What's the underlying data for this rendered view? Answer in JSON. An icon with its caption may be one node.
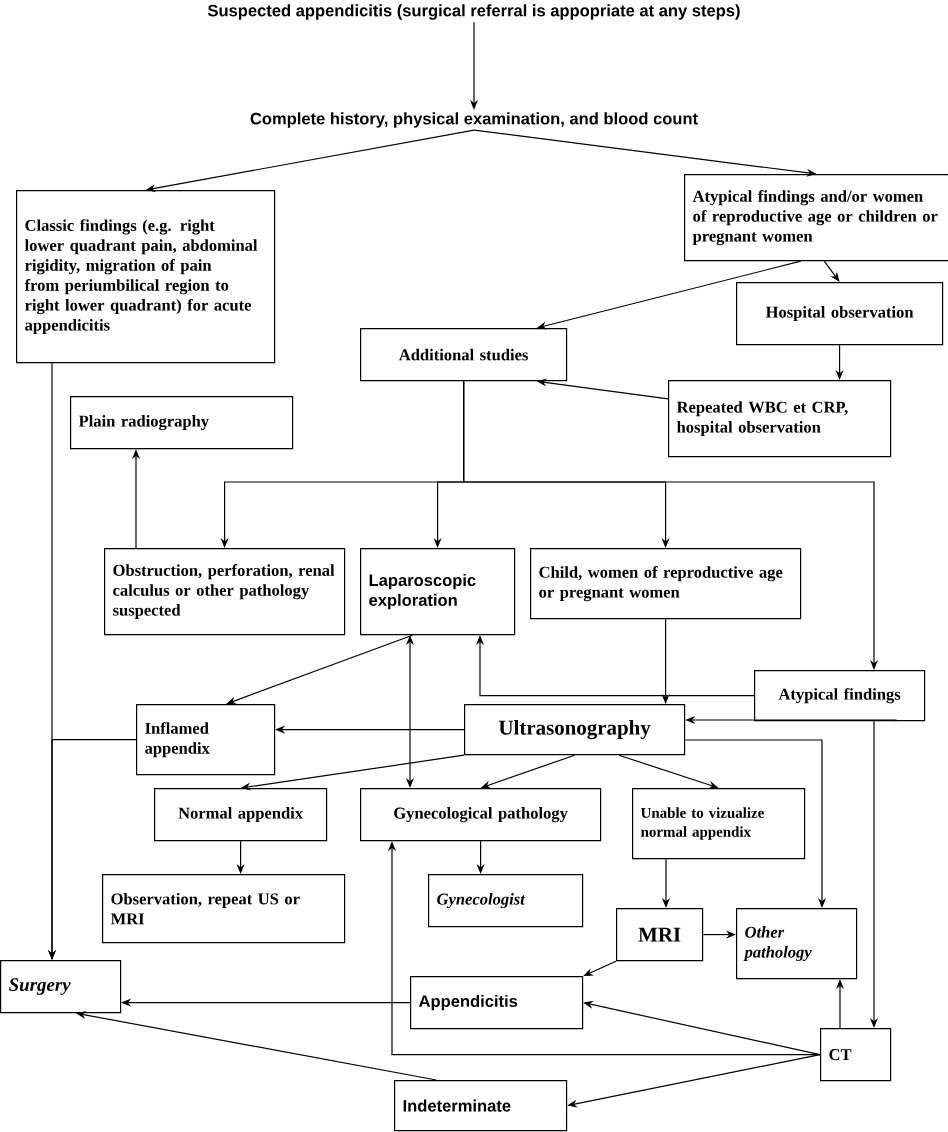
{
  "diagram": {
    "nodes": [
      {
        "text": [
          "Suspected appendicitis (surgical referral is appopriate at any steps)"
        ]
      },
      {
        "text": [
          "Complete history, physical examination, and blood count"
        ]
      },
      {
        "text": [
          "Classic findings (e.g. right lower quadrant pain, abdominal rigidity, migration of pain from periumbilical region to right lower quadrant) for acute appendicitis"
        ]
      },
      {
        "text": [
          "Atypical findings and/or women of reproductive age or children or pregnant women"
        ]
      },
      {
        "text": [
          "Hospital observation"
        ]
      },
      {
        "text": [
          "Additional studies"
        ]
      },
      {
        "text": [
          "Repeated  WBC et CRP, hospital observation"
        ]
      },
      {
        "text": [
          "Plain radiography"
        ]
      },
      {
        "text": [
          "Obstruction, perforation, renal calculus or other pathology suspected"
        ]
      },
      {
        "text": [
          "Laparoscopic exploration"
        ]
      },
      {
        "text": [
          "Child, women of reproductive age or pregnant women"
        ]
      },
      {
        "text": [
          "Atypical findings"
        ]
      },
      {
        "text": [
          "Inflamed appendix"
        ]
      },
      {
        "text": [
          "Ultrasonography"
        ]
      },
      {
        "text": [
          "Normal appendix"
        ]
      },
      {
        "text": [
          "Gynecological pathology"
        ]
      },
      {
        "text": [
          "Unable to vizualize normal appendix"
        ]
      },
      {
        "text": [
          "Observation,  repeat US or MRI"
        ]
      },
      {
        "text": [
          "Gynecologist"
        ]
      },
      {
        "text": [
          "MRI"
        ]
      },
      {
        "text": [
          "Other pathology"
        ]
      },
      {
        "text": [
          "Surgery"
        ]
      },
      {
        "text": [
          "Appendicitis"
        ]
      },
      {
        "text": [
          "CT"
        ]
      },
      {
        "text": [
          "Indeterminate"
        ]
      }
    ],
    "edges": [
      {
        "from": 0,
        "to": 1,
        "arrow": "to"
      },
      {
        "from": 1,
        "to": 2,
        "arrow": "to"
      },
      {
        "from": 1,
        "to": 3,
        "arrow": "to"
      },
      {
        "from": 3,
        "to": 5,
        "arrow": "to"
      },
      {
        "from": 3,
        "to": 4,
        "arrow": "to"
      },
      {
        "from": 4,
        "to": 6,
        "arrow": "to"
      },
      {
        "from": 6,
        "to": 5,
        "arrow": "to"
      },
      {
        "from": 5,
        "to": 8,
        "arrow": "to"
      },
      {
        "from": 5,
        "to": 9,
        "arrow": "to"
      },
      {
        "from": 5,
        "to": 10,
        "arrow": "to"
      },
      {
        "from": 5,
        "to": 11,
        "arrow": "to"
      },
      {
        "from": 8,
        "to": 7,
        "arrow": "to"
      },
      {
        "from": 2,
        "to": 21,
        "arrow": "to"
      },
      {
        "from": 9,
        "to": 12,
        "arrow": "to"
      },
      {
        "from": 12,
        "to": 21,
        "arrow": "to"
      },
      {
        "from": 13,
        "to": 12,
        "arrow": "to"
      },
      {
        "from": 10,
        "to": 13,
        "arrow": "to"
      },
      {
        "from": 11,
        "to": 9,
        "arrow": "to"
      },
      {
        "from": 11,
        "to": 13,
        "arrow": "to"
      },
      {
        "from": 11,
        "to": 23,
        "arrow": "to"
      },
      {
        "from": 13,
        "to": 20,
        "arrow": "to"
      },
      {
        "from": 13,
        "to": 14,
        "arrow": "to"
      },
      {
        "from": 13,
        "to": 15,
        "arrow": "to"
      },
      {
        "from": 13,
        "to": 16,
        "arrow": "to"
      },
      {
        "from": 9,
        "to": 15,
        "arrow": "both"
      },
      {
        "from": 14,
        "to": 17,
        "arrow": "to"
      },
      {
        "from": 15,
        "to": 18,
        "arrow": "to"
      },
      {
        "from": 16,
        "to": 19,
        "arrow": "to"
      },
      {
        "from": 19,
        "to": 20,
        "arrow": "to"
      },
      {
        "from": 19,
        "to": 22,
        "arrow": "to"
      },
      {
        "from": 22,
        "to": 21,
        "arrow": "to"
      },
      {
        "from": 23,
        "to": 22,
        "arrow": "to"
      },
      {
        "from": 23,
        "to": 24,
        "arrow": "to"
      },
      {
        "from": 23,
        "to": 20,
        "arrow": "to"
      },
      {
        "from": 23,
        "to": 15,
        "arrow": "to"
      },
      {
        "from": 24,
        "to": 21,
        "arrow": "to"
      }
    ]
  }
}
